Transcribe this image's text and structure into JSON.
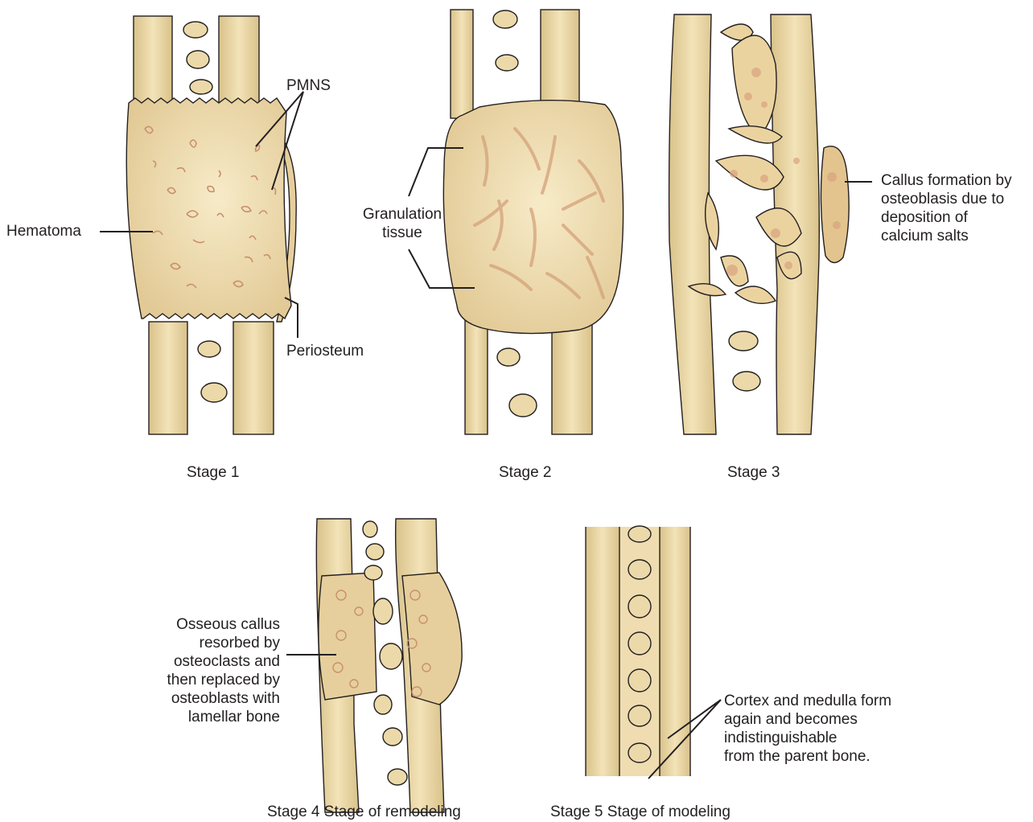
{
  "colors": {
    "bone": "#ecd9a9",
    "bone_dark": "#d9c28a",
    "outline": "#231f20",
    "cell": "#c8906c",
    "cell_fill": "#e3bf9a"
  },
  "labels": {
    "pmns": "PMNS",
    "hematoma": "Hematoma",
    "periosteum": "Periosteum",
    "granulation": "Granulation\ntissue",
    "callus": "Callus formation by\nosteoblasis due to\ndeposition of\ncalcium salts",
    "osseous": "Osseous callus\nresorbed by\nosteoclasts and\nthen replaced by\nosteoblasts with\nlamellar bone",
    "cortex": "Cortex and medulla form\nagain and becomes\nindistinguishable\nfrom the parent bone."
  },
  "captions": {
    "stage1": "Stage 1",
    "stage2": "Stage 2",
    "stage3": "Stage 3",
    "stage4": "Stage 4 Stage of remodeling",
    "stage5": "Stage 5 Stage of modeling"
  }
}
